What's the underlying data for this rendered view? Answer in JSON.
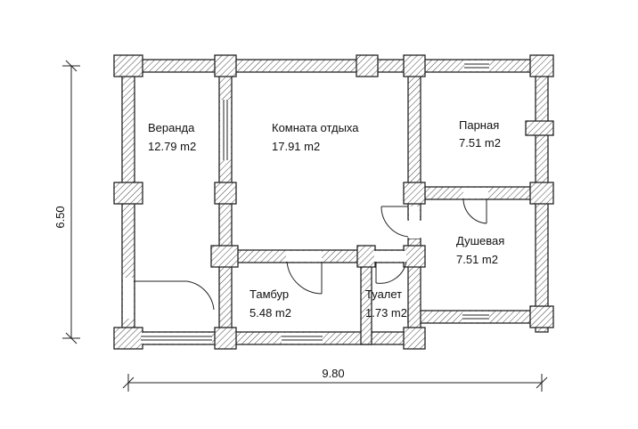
{
  "rooms": [
    {
      "id": "veranda",
      "name": "Веранда",
      "area": "12.79 m2"
    },
    {
      "id": "lounge",
      "name": "Комната отдыха",
      "area": "17.91 m2"
    },
    {
      "id": "steam",
      "name": "Парная",
      "area": "7.51 m2"
    },
    {
      "id": "shower",
      "name": "Душевая",
      "area": "7.51 m2"
    },
    {
      "id": "vestibule",
      "name": "Тамбур",
      "area": "5.48 m2"
    },
    {
      "id": "toilet",
      "name": "Туалет",
      "area": "1.73 m2"
    }
  ],
  "dimensions": {
    "width": "9.80",
    "height": "6.50"
  }
}
